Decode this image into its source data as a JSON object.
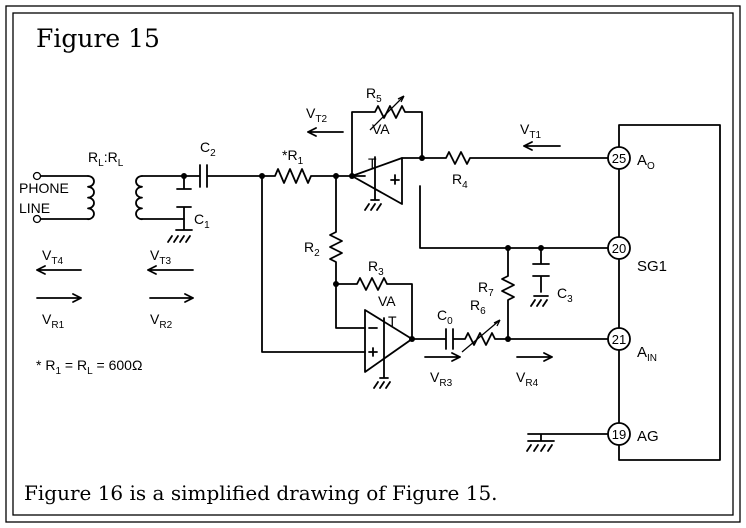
{
  "figure_title": "Figure 15",
  "caption": "Figure 16  is a simplified drawing of Figure 15.",
  "phone_line": [
    "PHONE",
    "LINE"
  ],
  "transformer_label": "R<sub>L</sub>:R<sub>L</sub>",
  "note": "* R<sub>1</sub> = R<sub>L</sub> = 600Ω",
  "components": {
    "c2": "C<sub>2</sub>",
    "c1": "C<sub>1</sub>",
    "r1": "*R<sub>1</sub>",
    "r2": "R<sub>2</sub>",
    "r3": "R<sub>3</sub>",
    "r4": "R<sub>4</sub>",
    "r5": "R<sub>5</sub>",
    "r6": "R<sub>6</sub>",
    "r7": "R<sub>7</sub>",
    "c0": "C<sub>0</sub>",
    "c3": "C<sub>3</sub>",
    "va_top": "VA",
    "va_bottom": "VA",
    "t_top": "T",
    "t_bottom": "T"
  },
  "signals": {
    "vt1": "V<sub>T1</sub>",
    "vt2": "V<sub>T2</sub>",
    "vt3": "V<sub>T3</sub>",
    "vt4": "V<sub>T4</sub>",
    "vr1": "V<sub>R1</sub>",
    "vr2": "V<sub>R2</sub>",
    "vr3": "V<sub>R3</sub>",
    "vr4": "V<sub>R4</sub>"
  },
  "pins": [
    {
      "number": "25",
      "name": "A<sub>O</sub>"
    },
    {
      "number": "20",
      "name": "SG1"
    },
    {
      "number": "21",
      "name": "A<sub>IN</sub>"
    },
    {
      "number": "19",
      "name": "AG"
    }
  ]
}
